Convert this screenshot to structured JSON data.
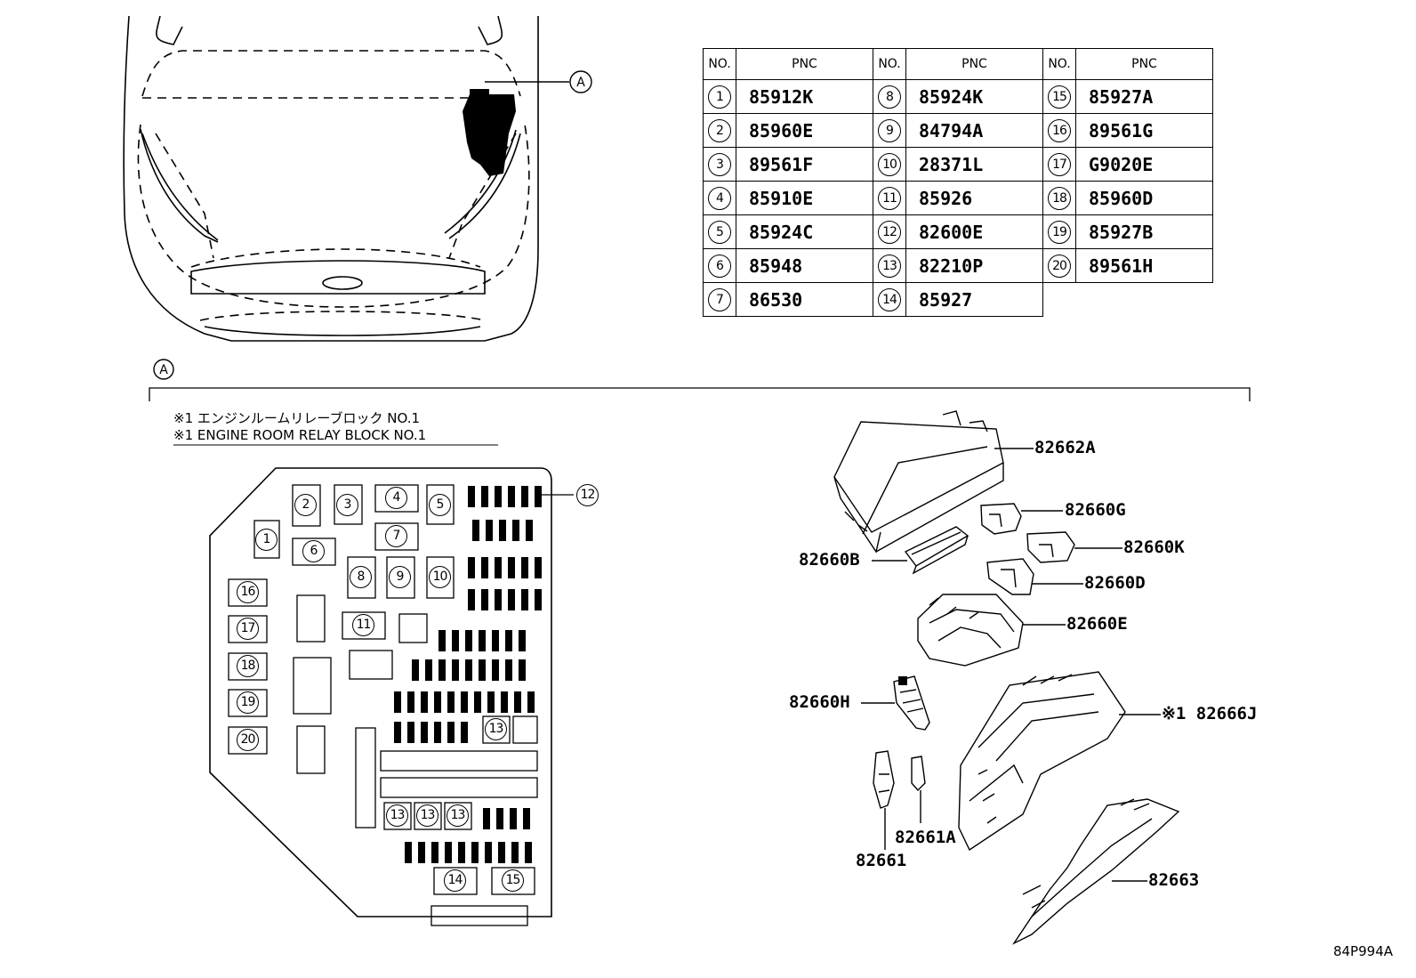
{
  "table": {
    "headers": [
      "NO.",
      "PNC",
      "NO.",
      "PNC",
      "NO.",
      "PNC"
    ],
    "columns": [
      [
        {
          "no": "1",
          "pnc": "85912K"
        },
        {
          "no": "2",
          "pnc": "85960E"
        },
        {
          "no": "3",
          "pnc": "89561F"
        },
        {
          "no": "4",
          "pnc": "85910E"
        },
        {
          "no": "5",
          "pnc": "85924C"
        },
        {
          "no": "6",
          "pnc": "85948"
        },
        {
          "no": "7",
          "pnc": "86530"
        }
      ],
      [
        {
          "no": "8",
          "pnc": "85924K"
        },
        {
          "no": "9",
          "pnc": "84794A"
        },
        {
          "no": "10",
          "pnc": "28371L"
        },
        {
          "no": "11",
          "pnc": "85926"
        },
        {
          "no": "12",
          "pnc": "82600E"
        },
        {
          "no": "13",
          "pnc": "82210P"
        },
        {
          "no": "14",
          "pnc": "85927"
        }
      ],
      [
        {
          "no": "15",
          "pnc": "85927A"
        },
        {
          "no": "16",
          "pnc": "89561G"
        },
        {
          "no": "17",
          "pnc": "G9020E"
        },
        {
          "no": "18",
          "pnc": "85960D"
        },
        {
          "no": "19",
          "pnc": "85927B"
        },
        {
          "no": "20",
          "pnc": "89561H"
        }
      ]
    ]
  },
  "callout_a": "A",
  "notes": {
    "jp": "※1 エンジンルームリレーブロック NO.1",
    "en": "※1 ENGINE ROOM RELAY BLOCK NO.1"
  },
  "fuse_labels": {
    "f1": "1",
    "f2": "2",
    "f3": "3",
    "f4": "4",
    "f5": "5",
    "f6": "6",
    "f7": "7",
    "f8": "8",
    "f9": "9",
    "f10": "10",
    "f11": "11",
    "f12": "12",
    "f13": "13",
    "f14": "14",
    "f15": "15",
    "f16": "16",
    "f17": "17",
    "f18": "18",
    "f19": "19",
    "f20": "20"
  },
  "parts": {
    "p82662A": "82662A",
    "p82660G": "82660G",
    "p82660K": "82660K",
    "p82660B": "82660B",
    "p82660D": "82660D",
    "p82660E": "82660E",
    "p82660H": "82660H",
    "p82666J": "※1 82666J",
    "p82661A": "82661A",
    "p82661": "82661",
    "p82663": "82663"
  },
  "diagram_id": "84P994A"
}
